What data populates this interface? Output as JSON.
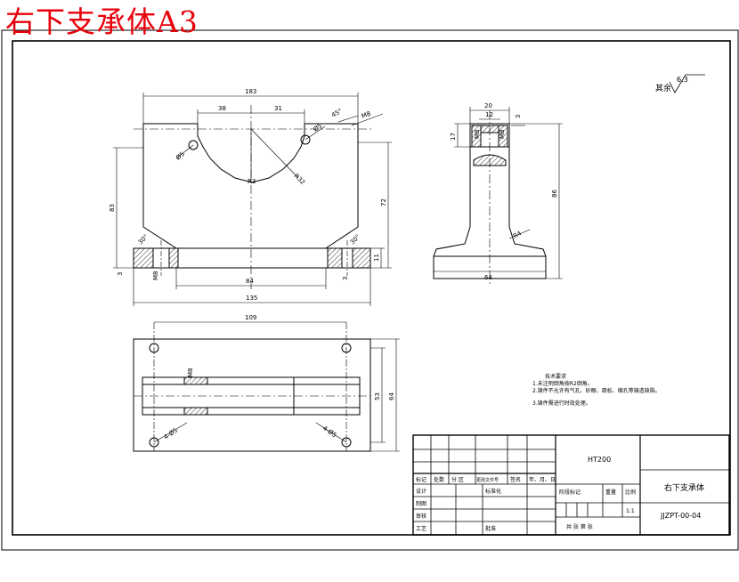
{
  "sheet_title": "右下支承体A3",
  "roughness_note": "其余",
  "roughness_value": "6.3",
  "dims": {
    "front_width": "183",
    "front_left_slot": "38",
    "front_right_slot": "31",
    "front_radius": "R32",
    "front_chamfer": "45°",
    "front_hole_left": "Ø5",
    "front_hole_right": "Ø5",
    "front_height_left": "83",
    "front_height_right": "72",
    "front_base_height": "11",
    "front_base_inner": "84",
    "front_overall": "135",
    "front_groove_left": "3",
    "front_groove_right": "3",
    "front_chamfer_left": "30°",
    "front_chamfer_right": "30°",
    "front_misc_a": "M8",
    "front_misc_b": "M8",
    "front_misc_c": "R3",
    "side_top": "20",
    "side_inner": "12",
    "side_step": "3",
    "side_left": "17",
    "side_mark_a": "M8",
    "side_mark_b": "M8",
    "side_height": "86",
    "side_radius": "R4",
    "side_base": "64",
    "top_width": "109",
    "top_h1": "53",
    "top_h2": "64",
    "top_hole_a": "4-Ø5",
    "top_hole_b": "4-Ø5",
    "top_mark_a": "M8"
  },
  "notes": {
    "title": "技术要求",
    "items": [
      "1.未注明倒角按R2倒角。",
      "2.铸件不允许有气孔、砂眼、疏松、缩孔等铸造缺陷。",
      "3.铸件需进行时效处理。"
    ]
  },
  "title_block": {
    "material": "HT200",
    "part_name": "右下支承体",
    "drawing_no": "JJZPT-00-04",
    "scale": "1:1",
    "row_labels": [
      "标记",
      "处数",
      "分  区",
      "更改文件号",
      "签名",
      "年、月、日"
    ],
    "design": "设计",
    "standardize": "标准化",
    "stage_mark": "阶段标记",
    "weight": "重量",
    "scale_label": "比例",
    "drawn": "制图",
    "review": "审核",
    "process": "工艺",
    "approve": "批准",
    "sheets": "共    张    第    张"
  }
}
